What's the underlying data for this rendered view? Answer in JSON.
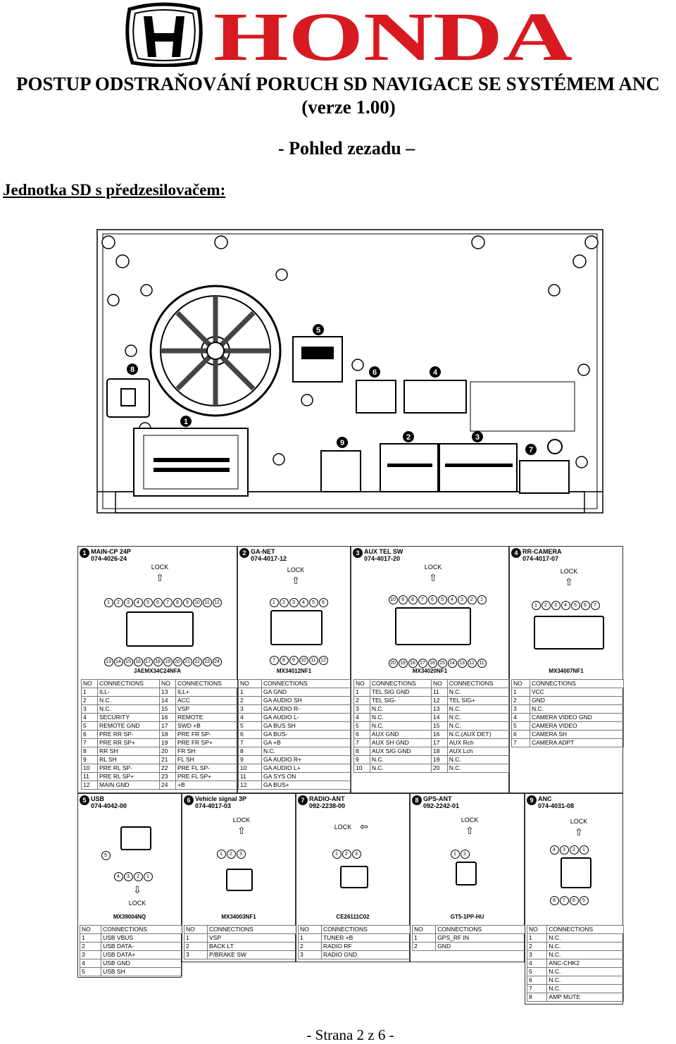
{
  "brand": "HONDA",
  "title": "POSTUP ODSTRAŇOVÁNÍ PORUCH SD NAVIGACE SE SYSTÉMEM ANC",
  "version": "(verze 1.00)",
  "view": "- Pohled zezadu –",
  "unit_label": "Jednotka SD s předzesilovačem:",
  "footer": "- Strana 2 z 6 -",
  "lock": "LOCK",
  "col_no": "NO",
  "col_conn": "CONNECTIONS",
  "connectors": [
    {
      "num": "1",
      "name": "MAIN-CP 24P",
      "code": "074-4026-24",
      "part": "JAEMX34C24NFA",
      "top_pins": [
        "1",
        "2",
        "3",
        "4",
        "5",
        "6",
        "7",
        "8",
        "9",
        "10",
        "11",
        "12"
      ],
      "bottom_pins": [
        "13",
        "14",
        "15",
        "16",
        "17",
        "18",
        "19",
        "20",
        "21",
        "22",
        "23",
        "24"
      ],
      "rows_a": [
        [
          "1",
          "ILL-"
        ],
        [
          "2",
          "N.C."
        ],
        [
          "3",
          "N.C."
        ],
        [
          "4",
          "SECURITY"
        ],
        [
          "5",
          "REMOTE GND"
        ],
        [
          "6",
          "PRE RR SP-"
        ],
        [
          "7",
          "PRE RR SP+"
        ],
        [
          "8",
          "RR SH"
        ],
        [
          "9",
          "RL SH"
        ],
        [
          "10",
          "PRE RL SP-"
        ],
        [
          "11",
          "PRE RL SP+"
        ],
        [
          "12",
          "MAIN GND"
        ]
      ],
      "rows_b": [
        [
          "13",
          "ILL+"
        ],
        [
          "14",
          "ACC"
        ],
        [
          "15",
          "VSP"
        ],
        [
          "16",
          "REMOTE"
        ],
        [
          "17",
          "SWD +B"
        ],
        [
          "18",
          "PRE FR SP-"
        ],
        [
          "19",
          "PRE FR SP+"
        ],
        [
          "20",
          "FR SH"
        ],
        [
          "21",
          "FL SH"
        ],
        [
          "22",
          "PRE FL SP-"
        ],
        [
          "23",
          "PRE FL SP+"
        ],
        [
          "24",
          "+B"
        ]
      ]
    },
    {
      "num": "2",
      "name": "GA-NET",
      "code": "074-4017-12",
      "part": "MX34012NF1",
      "top_pins": [
        "1",
        "2",
        "3",
        "4",
        "5",
        "6"
      ],
      "bottom_pins": [
        "7",
        "8",
        "9",
        "10",
        "11",
        "12"
      ],
      "rows": [
        [
          "1",
          "GA GND"
        ],
        [
          "2",
          "GA AUDIO SH"
        ],
        [
          "3",
          "GA AUDIO R-"
        ],
        [
          "4",
          "GA AUDIO L-"
        ],
        [
          "5",
          "GA BUS SH"
        ],
        [
          "6",
          "GA BUS-"
        ],
        [
          "7",
          "GA +B"
        ],
        [
          "8",
          "N.C."
        ],
        [
          "9",
          "GA AUDIO R+"
        ],
        [
          "10",
          "GA AUDIO L+"
        ],
        [
          "11",
          "GA SYS ON"
        ],
        [
          "12",
          "GA BUS+"
        ]
      ]
    },
    {
      "num": "3",
      "name": "AUX TEL SW",
      "code": "074-4017-20",
      "part": "MX34020NF1",
      "top_pins": [
        "10",
        "9",
        "8",
        "7",
        "6",
        "5",
        "4",
        "3",
        "2",
        "1"
      ],
      "bottom_pins": [
        "20",
        "19",
        "18",
        "17",
        "16",
        "15",
        "14",
        "13",
        "12",
        "11"
      ],
      "rows_a": [
        [
          "1",
          "TEL SIG GND"
        ],
        [
          "2",
          "TEL SIG-"
        ],
        [
          "3",
          "N.C."
        ],
        [
          "4",
          "N.C."
        ],
        [
          "5",
          "N.C."
        ],
        [
          "6",
          "AUX GND"
        ],
        [
          "7",
          "AUX SH GND"
        ],
        [
          "8",
          "AUX SIG GND"
        ],
        [
          "9",
          "N.C."
        ],
        [
          "10",
          "N.C."
        ]
      ],
      "rows_b": [
        [
          "11",
          "N.C."
        ],
        [
          "12",
          "TEL SIG+"
        ],
        [
          "13",
          "N.C."
        ],
        [
          "14",
          "N.C."
        ],
        [
          "15",
          "N.C."
        ],
        [
          "16",
          "N.C.(AUX DET)"
        ],
        [
          "17",
          "AUX Rch"
        ],
        [
          "18",
          "AUX Lch"
        ],
        [
          "19",
          "N.C."
        ],
        [
          "20",
          "N.C."
        ]
      ]
    },
    {
      "num": "4",
      "name": "RR-CAMERA",
      "code": "074-4017-07",
      "part": "MX34007NF1",
      "top_pins": [
        "1",
        "2",
        "3",
        "4",
        "5",
        "6",
        "7"
      ],
      "rows": [
        [
          "1",
          "VCC"
        ],
        [
          "2",
          "GND"
        ],
        [
          "3",
          "N.C."
        ],
        [
          "4",
          "CAMERA VIDEO GND"
        ],
        [
          "5",
          "CAMERA VIDEO"
        ],
        [
          "6",
          "CAMERA SH"
        ],
        [
          "7",
          "CAMERA ADPT"
        ]
      ]
    },
    {
      "num": "5",
      "name": "USB",
      "code": "074-4042-00",
      "part": "MX39004NQ",
      "pins": [
        "4",
        "3",
        "2",
        "1"
      ],
      "extra_pin": "5",
      "rows": [
        [
          "1",
          "USB VBUS"
        ],
        [
          "2",
          "USB DATA-"
        ],
        [
          "3",
          "USB DATA+"
        ],
        [
          "4",
          "USB GND"
        ],
        [
          "5",
          "USB SH"
        ]
      ]
    },
    {
      "num": "6",
      "name": "Vehicle signal 3P",
      "code": "074-4017-03",
      "part": "MX34003NF1",
      "pins": [
        "1",
        "2",
        "3"
      ],
      "rows": [
        [
          "1",
          "VSP"
        ],
        [
          "2",
          "BACK LT"
        ],
        [
          "3",
          "P/BRAKE SW"
        ]
      ]
    },
    {
      "num": "7",
      "name": "RADIO-ANT",
      "code": "092-2238-00",
      "part": "CE26111C02",
      "pins": [
        "1",
        "2",
        "3"
      ],
      "rows": [
        [
          "1",
          "TUNER +B"
        ],
        [
          "2",
          "RADIO RF"
        ],
        [
          "3",
          "RADIO GND"
        ]
      ]
    },
    {
      "num": "8",
      "name": "GPS-ANT",
      "code": "092-2242-01",
      "part": "GT5-1PP-HU",
      "pins": [
        "1",
        "2"
      ],
      "rows": [
        [
          "1",
          "GPS_RF IN"
        ],
        [
          "2",
          "GND"
        ]
      ]
    },
    {
      "num": "9",
      "name": "ANC",
      "code": "074-4031-08",
      "top_pins": [
        "4",
        "3",
        "2",
        "1"
      ],
      "bottom_pins": [
        "8",
        "7",
        "6",
        "5"
      ],
      "rows": [
        [
          "1",
          "N.C."
        ],
        [
          "2",
          "N.C."
        ],
        [
          "3",
          "N.C."
        ],
        [
          "4",
          "ANC-CHK2"
        ],
        [
          "5",
          "N.C."
        ],
        [
          "6",
          "N.C."
        ],
        [
          "7",
          "N.C."
        ],
        [
          "8",
          "AMP MUTE"
        ]
      ]
    }
  ]
}
